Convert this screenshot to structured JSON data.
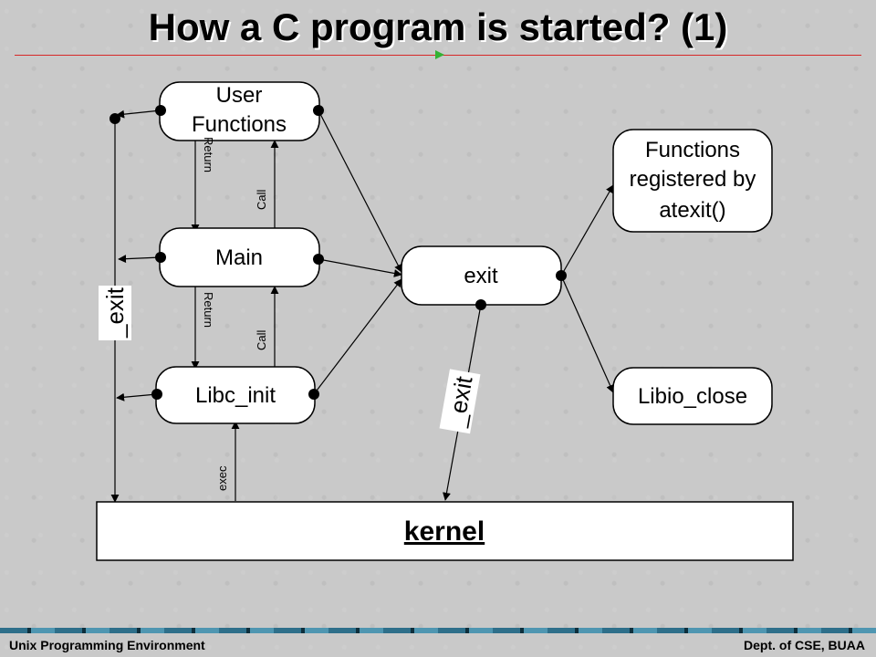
{
  "title": "How a C program is started? (1)",
  "nodes": {
    "user_functions": [
      "User",
      "Functions"
    ],
    "main": "Main",
    "libc_init": "Libc_init",
    "exit": "exit",
    "atexit_functions": [
      "Functions",
      "registered by",
      "atexit()"
    ],
    "libio_close": "Libio_close",
    "kernel": "kernel"
  },
  "edge_labels": {
    "return_upper": "Return",
    "call_upper": "Call",
    "return_lower": "Return",
    "call_lower": "Call",
    "exec": "exec",
    "exit_left": "_exit",
    "exit_right": "_exit"
  },
  "footer": {
    "left": "Unix Programming Environment",
    "right": "Dept. of CSE, BUAA"
  },
  "colors": {
    "background": "#c9c9c9",
    "title_rule": "#d62828",
    "marker": "#33b233",
    "footer_bar": "#2e6f8a"
  }
}
